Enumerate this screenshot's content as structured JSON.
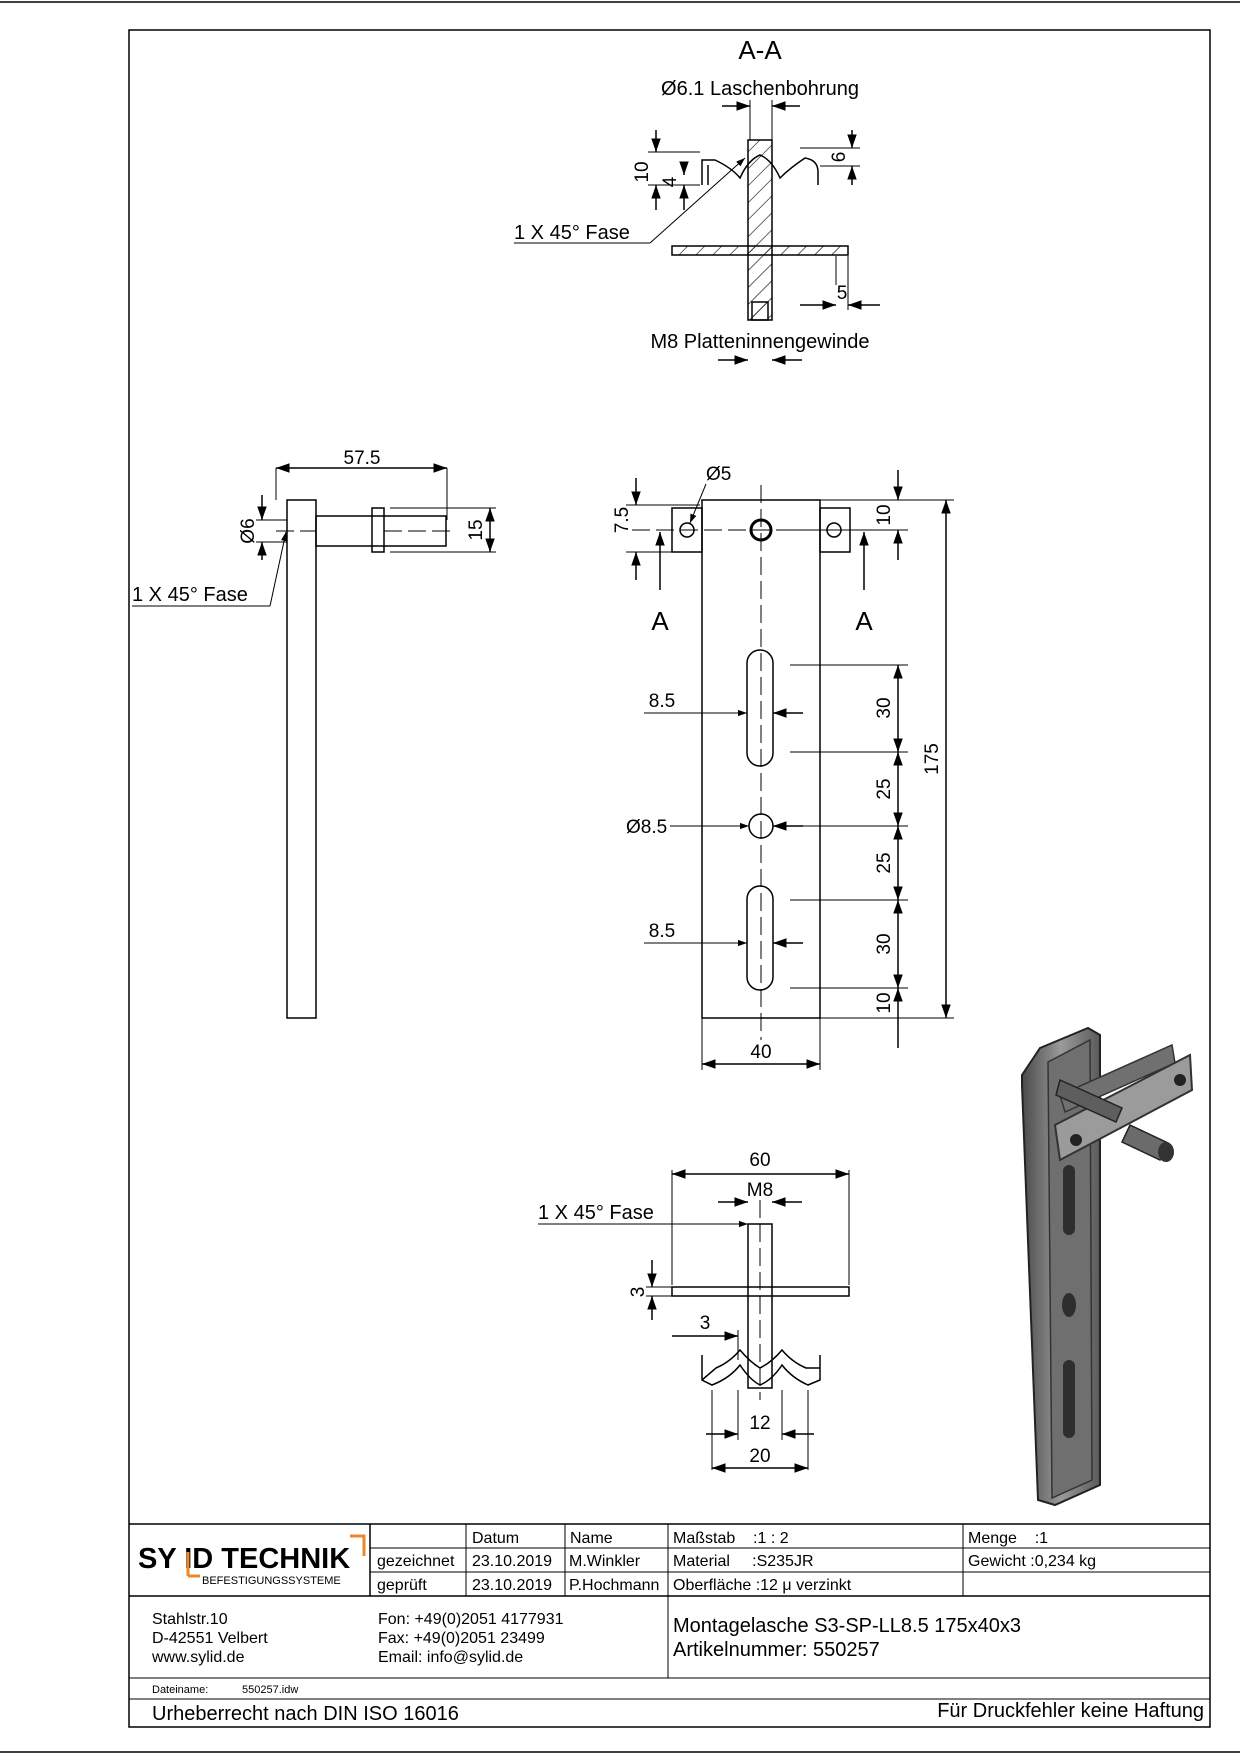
{
  "section": {
    "title": "A-A",
    "hole_label": "Ø6.1 Laschenbohrung",
    "chamfer_label": "1 X 45° Fase",
    "thread_label": "M8 Platteninnengewinde",
    "dims": {
      "d10": "10",
      "d4": "4",
      "d6": "6",
      "d5": "5"
    }
  },
  "side_view": {
    "dim_length": "57.5",
    "dim_diameter": "Ø6",
    "dim_height": "15",
    "chamfer_label": "1 X 45° Fase"
  },
  "front_view": {
    "dim_small_hole": "Ø5",
    "dim_7_5": "7.5",
    "dim_top_10": "10",
    "dim_total": "175",
    "section_left": "A",
    "section_right": "A",
    "slot1_width": "8.5",
    "slot1_length": "30",
    "dim_25_upper": "25",
    "center_hole": "Ø8.5",
    "dim_25_lower": "25",
    "slot2_width": "8.5",
    "slot2_length": "30",
    "dim_bottom_10": "10",
    "dim_width": "40"
  },
  "bottom_view": {
    "dim_width": "60",
    "thread": "M8",
    "chamfer_label": "1 X 45° Fase",
    "dim_thickness": "3",
    "dim_offset": "3",
    "dim_12": "12",
    "dim_20": "20"
  },
  "title_block": {
    "company": "SY ID TECHNIK",
    "company_sub": "BEFESTIGUNGSSYSTEME",
    "col_datum": "Datum",
    "col_name": "Name",
    "row_drawn": "gezeichnet",
    "row_checked": "geprüft",
    "drawn_date": "23.10.2019",
    "drawn_name": "M.Winkler",
    "checked_date": "23.10.2019",
    "checked_name": "P.Hochmann",
    "scale": "Maßstab    :1 : 2",
    "material": "Material     :S235JR",
    "surface": "Oberfläche :12 μ verzinkt",
    "quantity": "Menge    :1",
    "weight": "Gewicht :0,234 kg",
    "addr1": "Stahlstr.10",
    "addr2": "D-42551 Velbert",
    "addr3": "www.sylid.de",
    "phone": "Fon: +49(0)2051 4177931",
    "fax": "Fax: +49(0)2051 23499",
    "email": "Email: info@sylid.de",
    "product": "Montagelasche S3-SP-LL8.5 175x40x3",
    "article": "Artikelnummer: 550257",
    "file_label": "Dateiname:",
    "file_name": "550257.idw",
    "copyright": "Urheberrecht nach DIN ISO 16016",
    "disclaimer": "Für Druckfehler keine Haftung"
  },
  "colors": {
    "accent": "#e8892b",
    "line": "#000000",
    "render": "#7a7a7a"
  }
}
